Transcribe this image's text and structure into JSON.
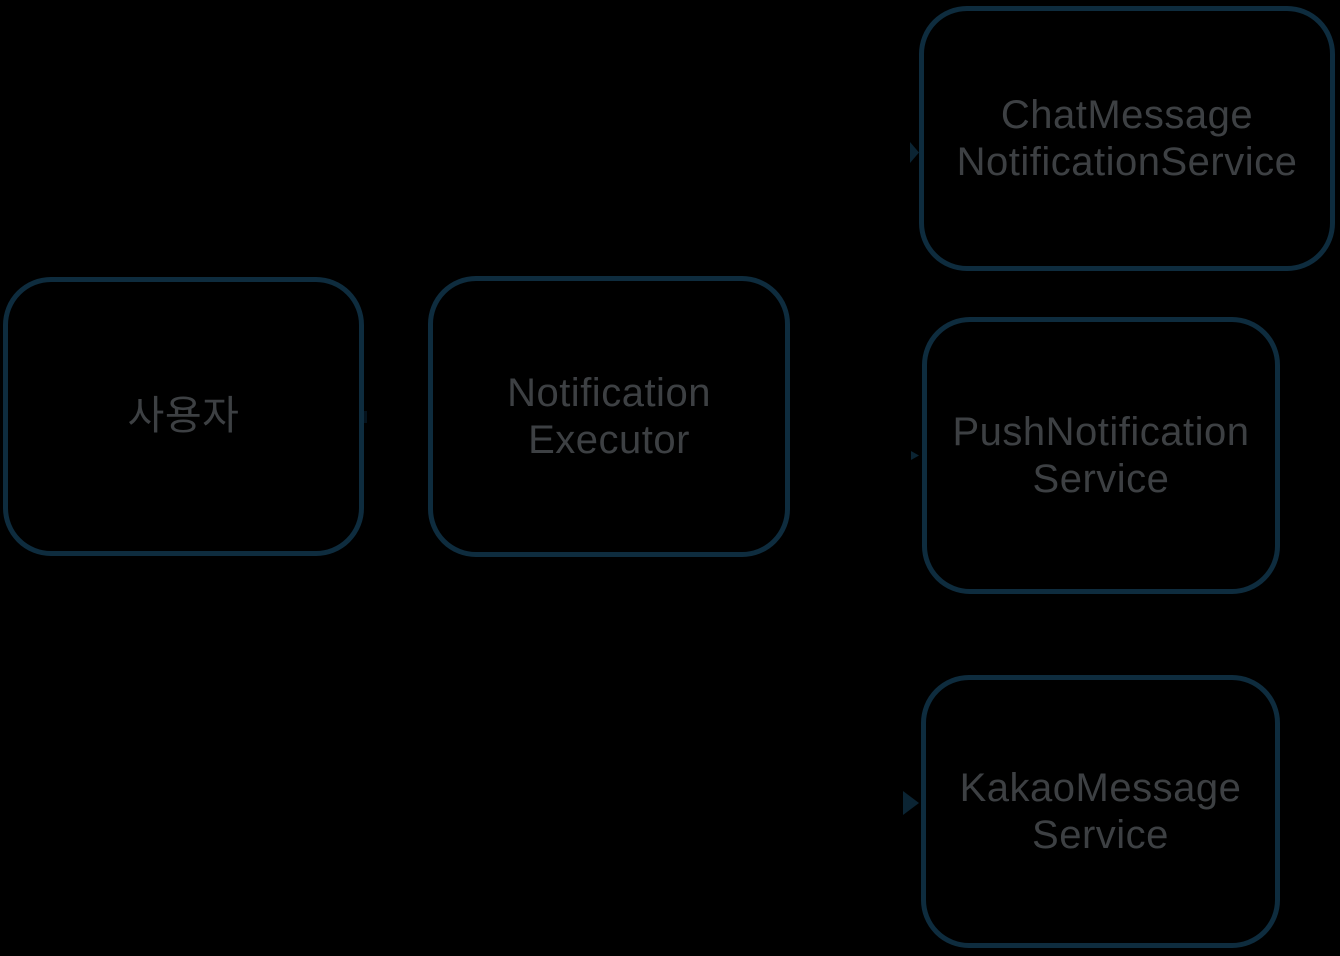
{
  "diagram": {
    "colors": {
      "background": "#000000",
      "node_border": "#0e2c3e",
      "node_text": "#3d4043",
      "arrow_fragment": "#0b2433"
    },
    "nodes": [
      {
        "id": "user",
        "lines": [
          "사용자"
        ]
      },
      {
        "id": "notification-executor",
        "lines": [
          "Notification",
          "Executor"
        ]
      },
      {
        "id": "chat-message-notification-service",
        "lines": [
          "ChatMessage",
          "NotificationService"
        ]
      },
      {
        "id": "push-notification-service",
        "lines": [
          "PushNotification",
          "Service"
        ]
      },
      {
        "id": "kakao-message-service",
        "lines": [
          "KakaoMessage",
          "Service"
        ]
      }
    ],
    "connectors": [
      {
        "from": "user",
        "to": "notification-executor"
      },
      {
        "from": "notification-executor",
        "to": "chat-message-notification-service"
      },
      {
        "from": "notification-executor",
        "to": "push-notification-service"
      },
      {
        "from": "notification-executor",
        "to": "kakao-message-service"
      }
    ]
  }
}
